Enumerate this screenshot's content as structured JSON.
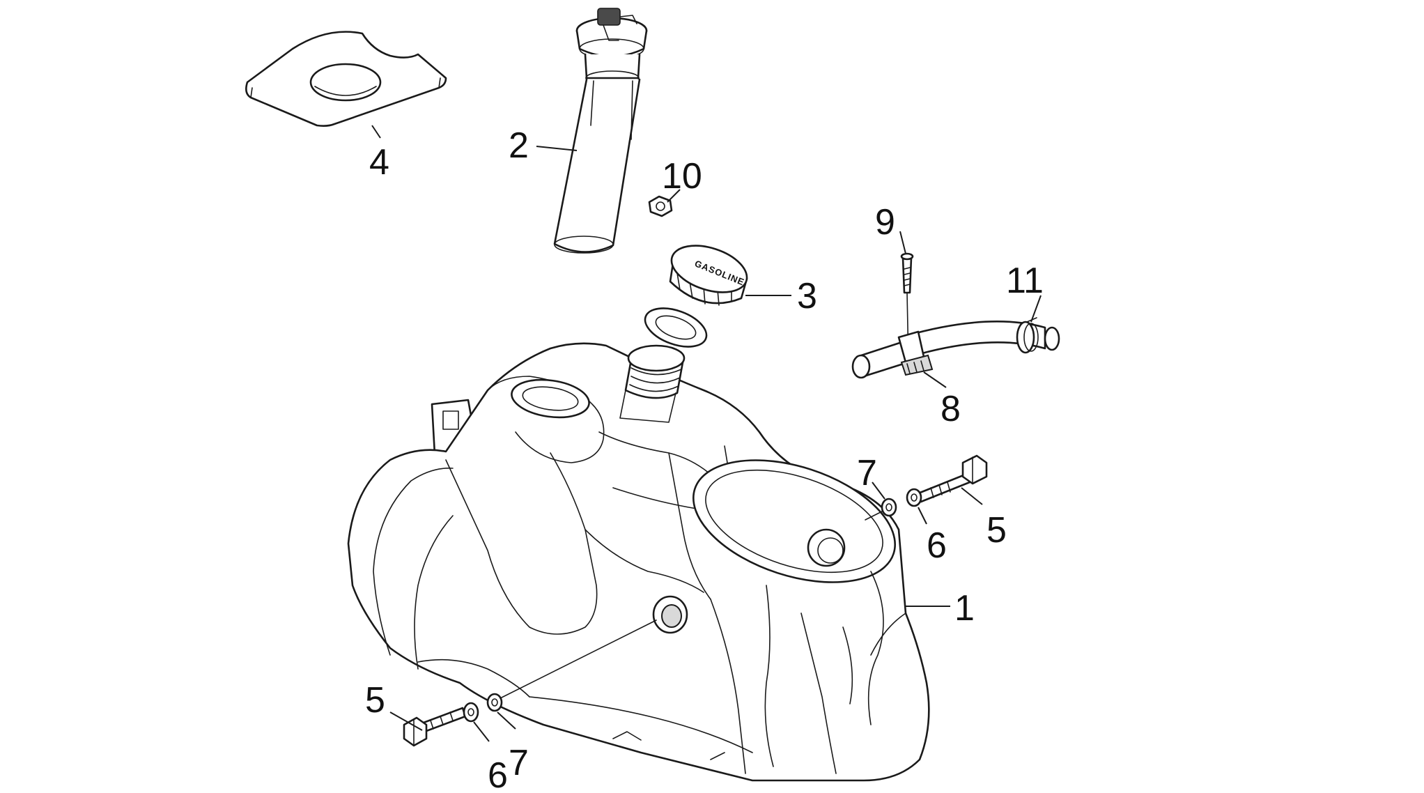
{
  "diagram": {
    "colors": {
      "line": "#1a1a1a",
      "fill": "#ffffff",
      "shade": "#d9d9d9"
    },
    "parts": [
      {
        "id": "p1",
        "label": "1",
        "name": "fuel-tank"
      },
      {
        "id": "p2",
        "label": "2",
        "name": "fuel-level-sender"
      },
      {
        "id": "p3",
        "label": "3",
        "name": "fuel-cap"
      },
      {
        "id": "p4",
        "label": "4",
        "name": "gasket-plate"
      },
      {
        "id": "p5a",
        "label": "5",
        "name": "bolt-right"
      },
      {
        "id": "p5b",
        "label": "5",
        "name": "bolt-left"
      },
      {
        "id": "p6a",
        "label": "6",
        "name": "washer-right"
      },
      {
        "id": "p6b",
        "label": "6",
        "name": "washer-left"
      },
      {
        "id": "p7a",
        "label": "7",
        "name": "spacer-right"
      },
      {
        "id": "p7b",
        "label": "7",
        "name": "spacer-left"
      },
      {
        "id": "p8",
        "label": "8",
        "name": "hose-clip"
      },
      {
        "id": "p9",
        "label": "9",
        "name": "screw"
      },
      {
        "id": "p10",
        "label": "10",
        "name": "nut"
      },
      {
        "id": "p11",
        "label": "11",
        "name": "hose-clamp"
      }
    ],
    "cap_marking": "GASOLINE"
  }
}
